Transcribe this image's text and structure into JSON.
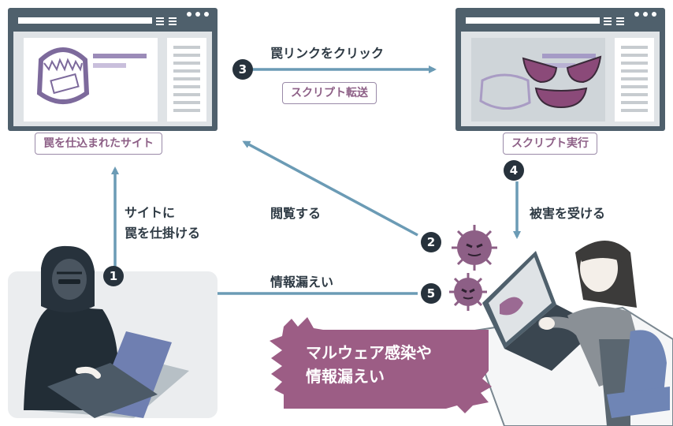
{
  "steps": {
    "s1": {
      "num": "1",
      "line1": "サイトに",
      "line2": "罠を仕掛ける"
    },
    "s2": {
      "num": "2",
      "label": "閲覧する"
    },
    "s3": {
      "num": "3",
      "label": "罠リンクをクリック",
      "tag": "スクリプト転送"
    },
    "s4": {
      "num": "4",
      "label": "被害を受ける"
    },
    "s5": {
      "num": "5",
      "label": "情報漏えい"
    }
  },
  "windows": {
    "left_caption": "罠を仕込まれたサイト",
    "right_caption": "スクリプト実行"
  },
  "callout": {
    "line1": "マルウェア感染や",
    "line2": "情報漏えい"
  },
  "colors": {
    "arrow": "#6b9bb5",
    "accent": "#9c5d85",
    "dark": "#27323c",
    "window_frame": "#4f606c"
  }
}
